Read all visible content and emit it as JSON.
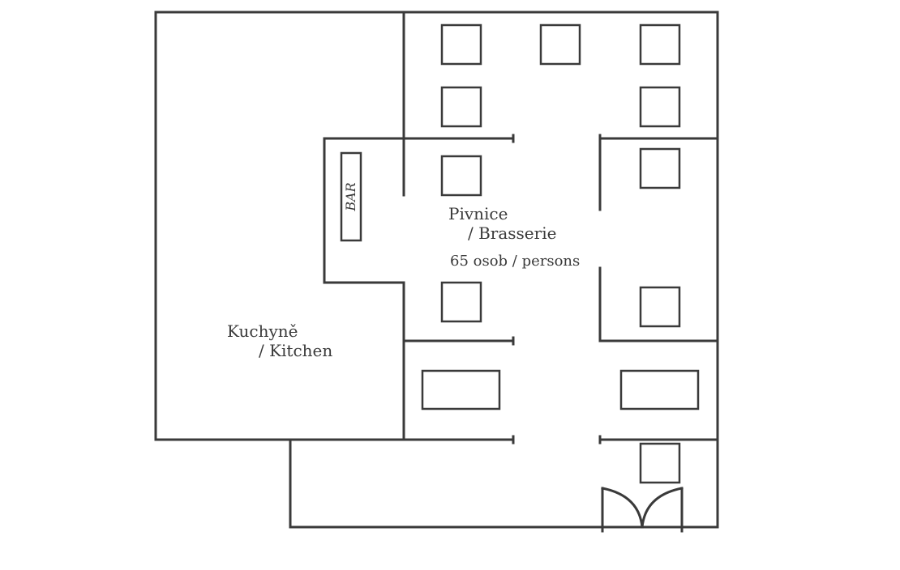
{
  "rooms": {
    "kitchen": {
      "line1": "Kuchyně",
      "line2": "/ Kitchen"
    },
    "brasserie": {
      "line1": "Pivnice",
      "line2": "/ Brasserie",
      "capacity": "65 osob / persons"
    }
  },
  "bar": {
    "label": "BAR"
  },
  "colors": {
    "line": "#3a3a3a",
    "background": "#ffffff"
  }
}
